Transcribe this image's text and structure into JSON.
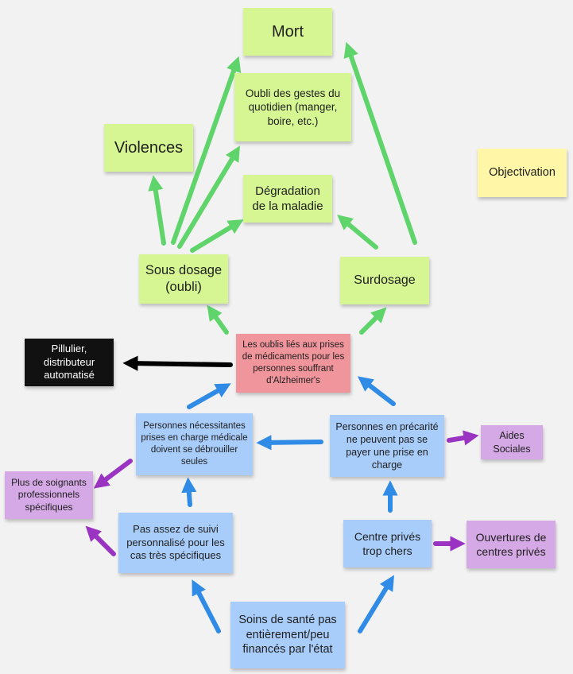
{
  "colors": {
    "green_note": "#d5f692",
    "yellow_note": "#fff6a7",
    "blue_note": "#a9cdfa",
    "purple_note": "#d5a9e5",
    "pink_note": "#f1959c",
    "black_note": "#111111",
    "green_arrow": "#5fd46b",
    "blue_arrow": "#2f8be6",
    "purple_arrow": "#9b33c2",
    "black_arrow": "#000000"
  },
  "notes": {
    "mort": "Mort",
    "oubli_gestes": "Oubli des gestes du quotidien (manger, boire, etc.)",
    "violences": "Violences",
    "degradation": "Dégradation de la maladie",
    "objectivation": "Objectivation",
    "sous_dosage": "Sous dosage (oubli)",
    "surdosage": "Surdosage",
    "oublis_alzheimer": "Les oublis liés aux prises de médicaments pour les personnes souffrant d'Alzheimer's",
    "pillulier": "Pillulier, distributeur automatisé",
    "personnes_necessitantes": "Personnes nécessitantes prises en charge médicale doivent se débrouiller seules",
    "personnes_precarite": "Personnes en précarité ne peuvent pas se payer une prise en charge",
    "aides_sociales": "Aides Sociales",
    "plus_soignants": "Plus de soignants professionnels spécifiques",
    "pas_assez_suivi": "Pas assez de suivi personnalisé pour les cas très spécifiques",
    "centre_prives": "Centre privés trop chers",
    "ouvertures_centres": "Ouvertures de centres privés",
    "soins_sante": "Soins de santé pas entièrement/peu financés par l'état"
  }
}
